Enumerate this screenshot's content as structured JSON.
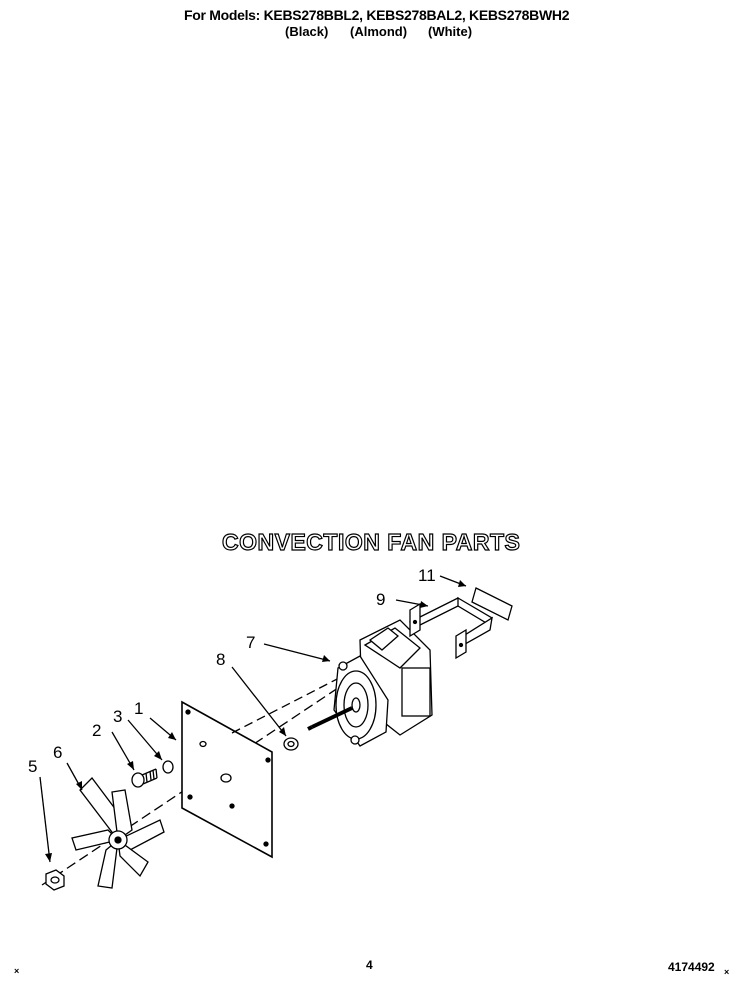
{
  "header": {
    "models": "For Models: KEBS278BBL2, KEBS278BAL2, KEBS278BWH2",
    "colors": [
      "(Black)",
      "(Almond)",
      "(White)"
    ]
  },
  "title": "CONVECTION FAN PARTS",
  "callouts": [
    "1",
    "2",
    "3",
    "5",
    "6",
    "7",
    "8",
    "9",
    "11"
  ],
  "footer": {
    "page_number": "4",
    "doc_number": "4174492",
    "left_mark": "×",
    "right_mark": "×"
  }
}
